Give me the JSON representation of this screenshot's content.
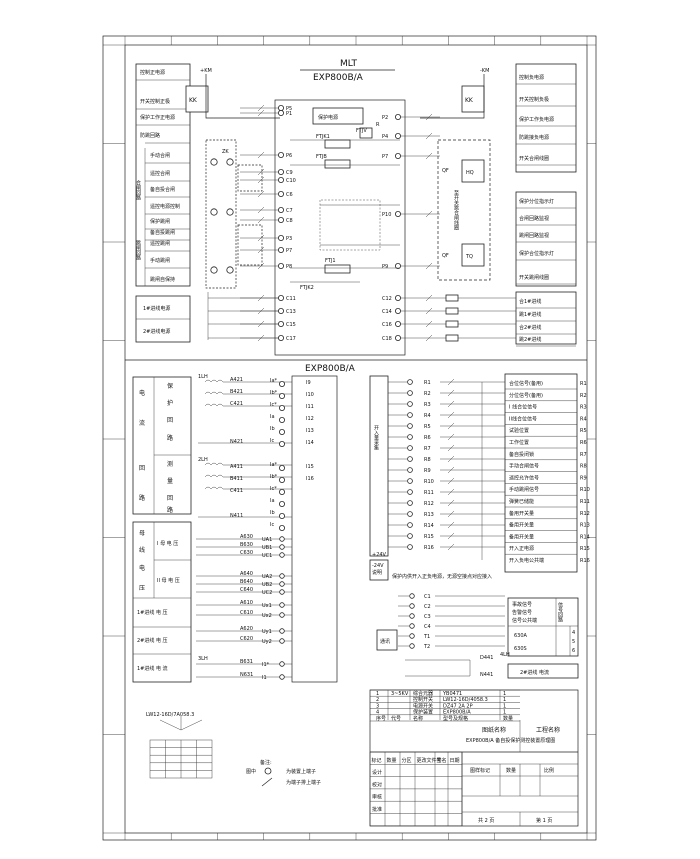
{
  "device": {
    "name_top": "MLT",
    "model_top": "EXP800B/A",
    "model_mid": "EXP800B/A",
    "protect_power": "保护电源"
  },
  "supply": {
    "left_label": "+KM",
    "right_label": "-KM",
    "left_kk": "KK",
    "right_kk": "KK",
    "zk": "ZK"
  },
  "top_left_labels": [
    "控制正电源",
    "开关控制正极",
    "保护工作正电源",
    "防跳回路",
    "手动合闸",
    "遥控合闸",
    "备自投合闸",
    "遥控电源控制",
    "保护跳闸",
    "备自投跳闸",
    "遥控跳闸",
    "手动跳闸",
    "跳闸自保持",
    "1#进线电源",
    "2#进线电源"
  ],
  "top_left_groups": [
    "合闸回路",
    "跳闸回路"
  ],
  "top_right_labels": [
    "控制负电源",
    "开关控制负极",
    "保护工作负电源",
    "防跳接负电源",
    "开关合闸线圈",
    "保护分位指示灯",
    "合闸回路监视",
    "跳闸回路监视",
    "保护合位指示灯",
    "开关跳闸线圈",
    "合1#进线",
    "跳1#进线",
    "合2#进线",
    "跳2#进线"
  ],
  "breaker": {
    "qf1": "QF",
    "hq": "HQ",
    "qf2": "QF",
    "tq": "TQ",
    "vertical": "至开关跳合闸线圈"
  },
  "top_terminals_left": [
    "P1",
    "P5",
    "P6",
    "C9",
    "C10",
    "C6",
    "C7",
    "C8",
    "P3",
    "P7",
    "P8",
    "C11",
    "C13",
    "C15",
    "C17"
  ],
  "top_terminals_right": [
    "P2",
    "P4",
    "P7",
    "P10",
    "P9",
    "C12",
    "C14",
    "C16",
    "C18"
  ],
  "relays": [
    "FTJV",
    "FTJK1",
    "FTJB",
    "FTJ1",
    "FTJK2",
    "R"
  ],
  "current_section": {
    "main_label": [
      "电",
      "流",
      "回",
      "路"
    ],
    "protect": [
      "保",
      "护",
      "回",
      "路"
    ],
    "measure": [
      "测",
      "量",
      "回",
      "路"
    ],
    "cts": [
      "1LH",
      "A421",
      "B421",
      "C421",
      "N421",
      "2LH",
      "A411",
      "B411",
      "C411",
      "N411"
    ],
    "terminals": [
      "Ia*",
      "Ib*",
      "Ic*",
      "Ia",
      "Ib",
      "Ic",
      "Ia*",
      "Ib*",
      "Ic*",
      "Ia",
      "Ib",
      "Ic",
      "I9",
      "I10",
      "I11",
      "I12",
      "I13",
      "I14",
      "I15",
      "I16"
    ]
  },
  "voltage_section": {
    "bus_label": [
      "母",
      "线",
      "电",
      "压"
    ],
    "bus1": "I 母 电 压",
    "bus2": "II 母 电 压",
    "line1_v": "1#进线 电 压",
    "line2_v": "2#进线 电 压",
    "line1_i": "1#进线 电 流",
    "wires": [
      "A630",
      "B630",
      "C630",
      "A640",
      "B640",
      "C640",
      "A610",
      "C610",
      "A620",
      "C620",
      "3LH",
      "B631",
      "N631"
    ],
    "terminals": [
      "UA1",
      "UB1",
      "UC1",
      "UA2",
      "UB2",
      "UC2",
      "Ux1",
      "Ux2",
      "Uy1",
      "Uy2",
      "I1*",
      "I1"
    ]
  },
  "input_section": {
    "title": "开入量采集",
    "terminals": [
      "R1",
      "R2",
      "R3",
      "R4",
      "R5",
      "R6",
      "R7",
      "R8",
      "R9",
      "R10",
      "R11",
      "R12",
      "R13",
      "R14",
      "R15",
      "R16"
    ],
    "extra": [
      "+24V",
      "-24V"
    ],
    "note_label": "说明",
    "note": "保护内供开入正负电源，无源空接点对应接入",
    "comm": "通讯",
    "comm_terms": [
      "C1",
      "C2",
      "C3",
      "C4",
      "T1",
      "T2"
    ]
  },
  "input_labels": [
    "合位信号(备用)",
    "分位信号(备用)",
    "I 线合位信号",
    "II线合位信号",
    "试验位置",
    "工作位置",
    "备自投闭锁",
    "手动合闸信号",
    "遥控允许信号",
    "手动跳闸信号",
    "弹簧已储能",
    "备用开关量",
    "备用开关量",
    "备用开关量",
    "开入正电源",
    "开入负电公共端"
  ],
  "input_codes": [
    "R1",
    "R2",
    "R3",
    "R4",
    "R5",
    "R6",
    "R7",
    "R8",
    "R9",
    "R10",
    "R11",
    "R12",
    "R13",
    "R14",
    "R15",
    "R16"
  ],
  "signal_box": {
    "rows": [
      "事故信号",
      "告警信号",
      "信号公共端"
    ],
    "side": "信号回路",
    "codes": [
      "630A",
      "630S"
    ],
    "nums": [
      "4",
      "5",
      "6"
    ]
  },
  "bottom_line": {
    "wire1": "D441",
    "wire2": "N441",
    "ct": "4LH",
    "label": "2#进线 电流"
  },
  "legend": {
    "title": "备注:",
    "sym1": "图中",
    "d1": "为装置上端子",
    "d2": "为端子排上端子",
    "switch_title": "LW12-16D/7A058.3"
  },
  "title_block": {
    "parts": [
      [
        "1",
        "3~5KV",
        "综合元器",
        "YB0471",
        "1",
        ""
      ],
      [
        "2",
        "",
        "控制开关",
        "LW12-16D/4058.3",
        "1",
        ""
      ],
      [
        "3",
        "",
        "电源开关",
        "DZ47 2A 2P",
        "1",
        ""
      ],
      [
        "4",
        "",
        "保护装置",
        "EXP800B/A",
        "1",
        ""
      ],
      [
        "序号",
        "代号",
        "名称",
        "型号及规格",
        "数量",
        "备注"
      ]
    ],
    "drawing_name_label": "图纸名称",
    "project_name_label": "工程名称",
    "drawing_name": "EXP800B/A 备自投保护测控装置原理图",
    "rev_header": [
      "标记",
      "数量",
      "分区",
      "更改文件号",
      "签名",
      "日期"
    ],
    "roles": [
      "设计",
      "校对",
      "审核",
      "批准"
    ],
    "stage": [
      "图样标记",
      "数量",
      "比例"
    ],
    "page": [
      "共 2 页",
      "第 1 页"
    ]
  }
}
